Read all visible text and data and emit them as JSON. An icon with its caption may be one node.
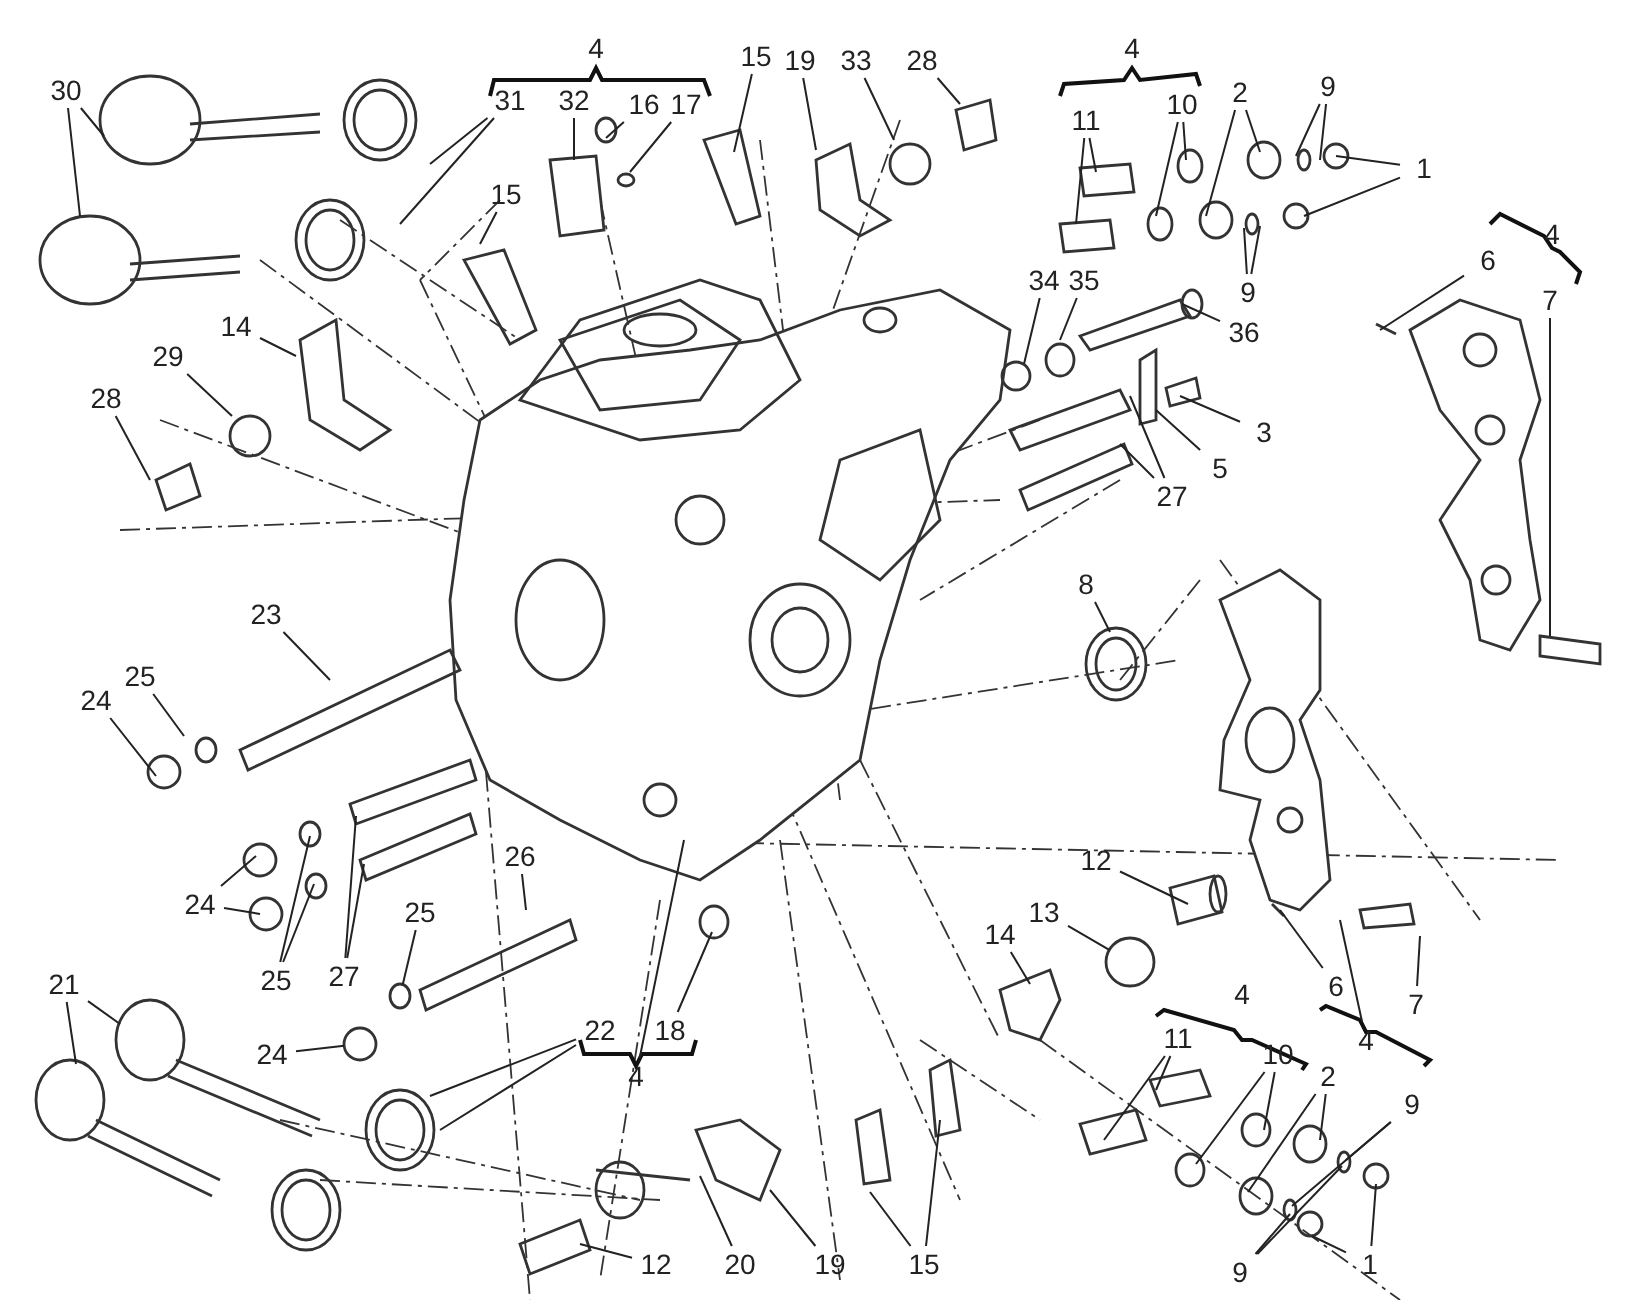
{
  "diagram": {
    "nodes": [
      {
        "text": [
          "30"
        ]
      },
      {
        "text": [
          "31"
        ]
      },
      {
        "text": [
          "32"
        ]
      },
      {
        "text": [
          "16"
        ]
      },
      {
        "text": [
          "17"
        ]
      },
      {
        "text": [
          "15"
        ]
      },
      {
        "text": [
          "19"
        ]
      },
      {
        "text": [
          "33"
        ]
      },
      {
        "text": [
          "28"
        ]
      },
      {
        "text": [
          "15"
        ]
      },
      {
        "text": [
          "14"
        ]
      },
      {
        "text": [
          "29"
        ]
      },
      {
        "text": [
          "28"
        ]
      },
      {
        "text": [
          "11"
        ]
      },
      {
        "text": [
          "10"
        ]
      },
      {
        "text": [
          "2"
        ]
      },
      {
        "text": [
          "9"
        ]
      },
      {
        "text": [
          "1"
        ]
      },
      {
        "text": [
          "34"
        ]
      },
      {
        "text": [
          "35"
        ]
      },
      {
        "text": [
          "36"
        ]
      },
      {
        "text": [
          "9"
        ]
      },
      {
        "text": [
          "3"
        ]
      },
      {
        "text": [
          "5"
        ]
      },
      {
        "text": [
          "27"
        ]
      },
      {
        "text": [
          "6"
        ]
      },
      {
        "text": [
          "7"
        ]
      },
      {
        "text": [
          "8"
        ]
      },
      {
        "text": [
          "23"
        ]
      },
      {
        "text": [
          "25"
        ]
      },
      {
        "text": [
          "24"
        ]
      },
      {
        "text": [
          "26"
        ]
      },
      {
        "text": [
          "25"
        ]
      },
      {
        "text": [
          "24"
        ]
      },
      {
        "text": [
          "25"
        ]
      },
      {
        "text": [
          "27"
        ]
      },
      {
        "text": [
          "21"
        ]
      },
      {
        "text": [
          "24"
        ]
      },
      {
        "text": [
          "22"
        ]
      },
      {
        "text": [
          "18"
        ]
      },
      {
        "text": [
          "4"
        ]
      },
      {
        "text": [
          "12"
        ]
      },
      {
        "text": [
          "13"
        ]
      },
      {
        "text": [
          "14"
        ]
      },
      {
        "text": [
          "6"
        ]
      },
      {
        "text": [
          "4"
        ]
      },
      {
        "text": [
          "7"
        ]
      },
      {
        "text": [
          "11"
        ]
      },
      {
        "text": [
          "10"
        ]
      },
      {
        "text": [
          "2"
        ]
      },
      {
        "text": [
          "9"
        ]
      },
      {
        "text": [
          "12"
        ]
      },
      {
        "text": [
          "20"
        ]
      },
      {
        "text": [
          "19"
        ]
      },
      {
        "text": [
          "15"
        ]
      },
      {
        "text": [
          "9"
        ]
      },
      {
        "text": [
          "1"
        ]
      },
      {
        "text": [],
        "shape": "circle"
      },
      {
        "text": [],
        "shape": "circle"
      },
      {
        "text": [],
        "shape": "circle"
      }
    ],
    "edges": [
      {
        "from": 0,
        "to": null,
        "arrow": "none"
      },
      {
        "from": 0,
        "to": null,
        "arrow": "none"
      },
      {
        "from": 1,
        "to": null,
        "arrow": "none"
      },
      {
        "from": 1,
        "to": null,
        "arrow": "none"
      },
      {
        "from": 2,
        "to": null,
        "arrow": "none"
      },
      {
        "from": 3,
        "to": null,
        "arrow": "none"
      },
      {
        "from": 4,
        "to": null,
        "arrow": "none"
      },
      {
        "from": 5,
        "to": null,
        "arrow": "none"
      },
      {
        "from": 6,
        "to": null,
        "arrow": "none"
      },
      {
        "from": 7,
        "to": null,
        "arrow": "none"
      },
      {
        "from": 8,
        "to": null,
        "arrow": "none"
      },
      {
        "from": 9,
        "to": null,
        "arrow": "none"
      },
      {
        "from": 10,
        "to": null,
        "arrow": "none"
      },
      {
        "from": 11,
        "to": null,
        "arrow": "none"
      },
      {
        "from": 12,
        "to": null,
        "arrow": "none"
      },
      {
        "from": 13,
        "to": null,
        "arrow": "none"
      },
      {
        "from": 13,
        "to": null,
        "arrow": "none"
      },
      {
        "from": 14,
        "to": null,
        "arrow": "none"
      },
      {
        "from": 14,
        "to": null,
        "arrow": "none"
      },
      {
        "from": 15,
        "to": null,
        "arrow": "none"
      },
      {
        "from": 15,
        "to": null,
        "arrow": "none"
      },
      {
        "from": 16,
        "to": null,
        "arrow": "none"
      },
      {
        "from": 16,
        "to": null,
        "arrow": "none"
      },
      {
        "from": 17,
        "to": null,
        "arrow": "none"
      },
      {
        "from": 17,
        "to": null,
        "arrow": "none"
      },
      {
        "from": 18,
        "to": null,
        "arrow": "none"
      },
      {
        "from": 19,
        "to": null,
        "arrow": "none"
      },
      {
        "from": 20,
        "to": null,
        "arrow": "none"
      },
      {
        "from": 21,
        "to": null,
        "arrow": "none"
      },
      {
        "from": 21,
        "to": null,
        "arrow": "none"
      },
      {
        "from": 22,
        "to": null,
        "arrow": "none"
      },
      {
        "from": 23,
        "to": null,
        "arrow": "none"
      },
      {
        "from": 24,
        "to": null,
        "arrow": "none"
      },
      {
        "from": 24,
        "to": null,
        "arrow": "none"
      },
      {
        "from": 25,
        "to": null,
        "arrow": "none"
      },
      {
        "from": 26,
        "to": null,
        "arrow": "none"
      },
      {
        "from": 27,
        "to": null,
        "arrow": "none"
      },
      {
        "from": 28,
        "to": null,
        "arrow": "none"
      },
      {
        "from": 29,
        "to": null,
        "arrow": "none"
      },
      {
        "from": 30,
        "to": null,
        "arrow": "none"
      },
      {
        "from": 31,
        "to": null,
        "arrow": "none"
      },
      {
        "from": 32,
        "to": 57,
        "arrow": "none"
      },
      {
        "from": 33,
        "to": null,
        "arrow": "none"
      },
      {
        "from": 33,
        "to": null,
        "arrow": "none"
      },
      {
        "from": 34,
        "to": null,
        "arrow": "none"
      },
      {
        "from": 34,
        "to": null,
        "arrow": "none"
      },
      {
        "from": 35,
        "to": null,
        "arrow": "none"
      },
      {
        "from": 35,
        "to": null,
        "arrow": "none"
      },
      {
        "from": 36,
        "to": null,
        "arrow": "none"
      },
      {
        "from": 36,
        "to": null,
        "arrow": "none"
      },
      {
        "from": 37,
        "to": 58,
        "arrow": "none"
      },
      {
        "from": 38,
        "to": null,
        "arrow": "none"
      },
      {
        "from": 38,
        "to": null,
        "arrow": "none"
      },
      {
        "from": 39,
        "to": null,
        "arrow": "none"
      },
      {
        "from": 40,
        "to": null,
        "arrow": "none"
      },
      {
        "from": 41,
        "to": null,
        "arrow": "none"
      },
      {
        "from": 42,
        "to": 59,
        "arrow": "none"
      },
      {
        "from": 43,
        "to": null,
        "arrow": "none"
      },
      {
        "from": 44,
        "to": null,
        "arrow": "none"
      },
      {
        "from": 45,
        "to": null,
        "arrow": "none"
      },
      {
        "from": 46,
        "to": null,
        "arrow": "none"
      },
      {
        "from": 47,
        "to": null,
        "arrow": "none"
      },
      {
        "from": 47,
        "to": null,
        "arrow": "none"
      },
      {
        "from": 48,
        "to": null,
        "arrow": "none"
      },
      {
        "from": 48,
        "to": null,
        "arrow": "none"
      },
      {
        "from": 49,
        "to": null,
        "arrow": "none"
      },
      {
        "from": 49,
        "to": null,
        "arrow": "none"
      },
      {
        "from": 50,
        "to": null,
        "arrow": "none"
      },
      {
        "from": 50,
        "to": null,
        "arrow": "none"
      },
      {
        "from": 51,
        "to": null,
        "arrow": "none"
      },
      {
        "from": 52,
        "to": null,
        "arrow": "none"
      },
      {
        "from": 53,
        "to": null,
        "arrow": "none"
      },
      {
        "from": 54,
        "to": null,
        "arrow": "none"
      },
      {
        "from": 54,
        "to": null,
        "arrow": "none"
      },
      {
        "from": 55,
        "to": null,
        "arrow": "none"
      },
      {
        "from": 55,
        "to": null,
        "arrow": "none"
      },
      {
        "from": 56,
        "to": null,
        "arrow": "none"
      },
      {
        "from": 56,
        "to": null,
        "arrow": "none"
      }
    ],
    "labels": [
      "4",
      "4",
      "4",
      "4"
    ]
  }
}
